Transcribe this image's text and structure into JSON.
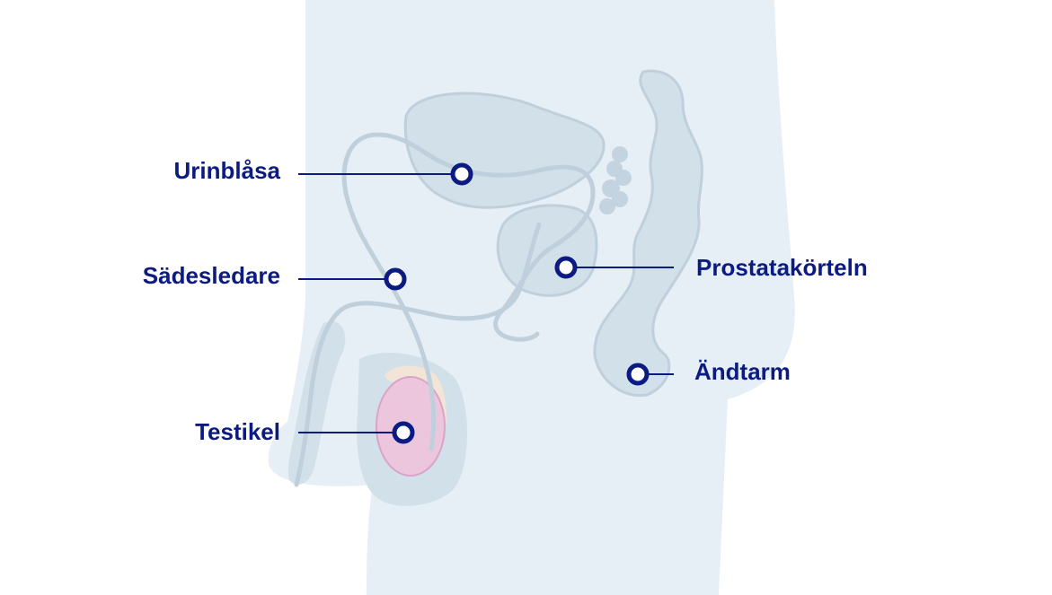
{
  "colors": {
    "body": "#e6eef6",
    "organ": "#d2e0ea",
    "organ_dark": "#c3d3df",
    "outline": "#bfd0dc",
    "accent": "#0b1b82",
    "testicle": "#ecc6dd",
    "testicle_outline": "#dba3c9",
    "epididymis": "#f2e4d6"
  },
  "labels": {
    "bladder": "Urinblåsa",
    "vas_deferens": "Sädesledare",
    "testicle": "Testikel",
    "prostate": "Prostatakörteln",
    "rectum": "Ändtarm"
  }
}
